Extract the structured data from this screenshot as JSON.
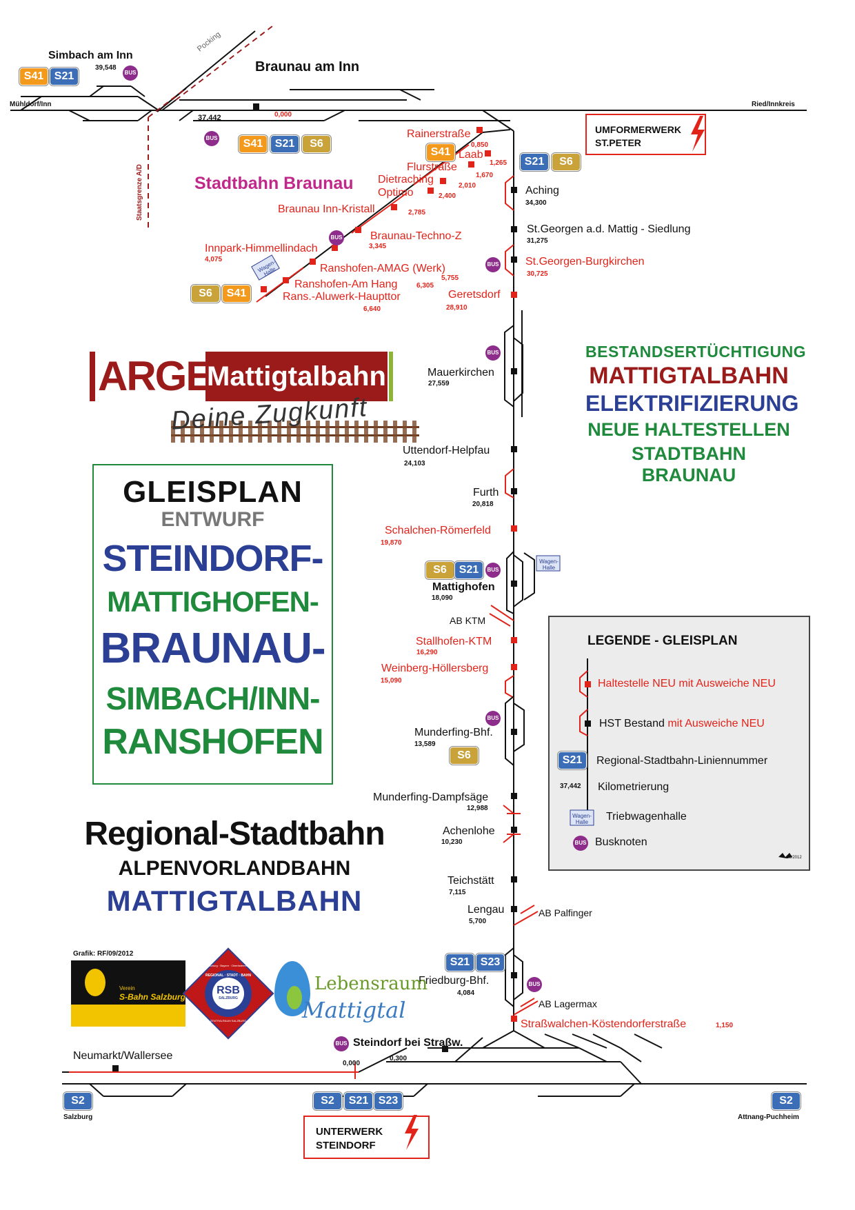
{
  "colors": {
    "red": "#e2231a",
    "black": "#111111",
    "dark_red": "#9b1b1b",
    "green": "#1f8a3c",
    "blue": "#2b3f94",
    "magenta": "#c0288a",
    "grey": "#777777",
    "s41": "#f39a1d",
    "s21": "#3b6eb7",
    "s6": "#c9a23a",
    "s2": "#3b6eb7",
    "s23": "#3b6eb7",
    "bus": "#8e2c8c"
  },
  "top": {
    "simbach_title": "Simbach am Inn",
    "simbach_km": "39,548",
    "braunau_title": "Braunau am Inn",
    "pocking": "Pocking",
    "muehldorf": "Mühldorf/Inn",
    "ried": "Ried/Innkreis",
    "km_37442": "37,442",
    "km_0000": "0,000",
    "staatsgrenze": "Staatsgrenze A/D",
    "umformer_line1": "UMFORMERWERK",
    "umformer_line2": "ST.PETER",
    "stadtbahn": "Stadtbahn Braunau"
  },
  "badges": {
    "S41": "S41",
    "S21": "S21",
    "S6": "S6",
    "S2": "S2",
    "S23": "S23",
    "BUS": "BUS"
  },
  "branch_stations": [
    {
      "name": "Rainerstraße",
      "km": "0,850"
    },
    {
      "name": "Laab",
      "km": "1,265"
    },
    {
      "name": "Flurstraße",
      "km": "1,670"
    },
    {
      "name": "Dietraching",
      "km": "2,010"
    },
    {
      "name": "Optimo",
      "km": "2,400"
    },
    {
      "name": "Braunau Inn-Kristall",
      "km": "2,785"
    },
    {
      "name": "Braunau-Techno-Z",
      "km": "3,345"
    },
    {
      "name": "Innpark-Himmellindach",
      "km": "4,075"
    },
    {
      "name": "Ranshofen-AMAG (Werk)",
      "km": "5,755"
    },
    {
      "name": "Ranshofen-Am Hang",
      "km": "6,305"
    },
    {
      "name": "Rans.-Aluwerk-Haupttor",
      "km": "6,640"
    }
  ],
  "main_stations": [
    {
      "name": "Aching",
      "km": "34,300"
    },
    {
      "name": "St.Georgen a.d. Mattig - Siedlung",
      "km": "31,275"
    },
    {
      "name": "St.Georgen-Burgkirchen",
      "km": "30,725"
    },
    {
      "name": "Geretsdorf",
      "km": "28,910"
    },
    {
      "name": "Mauerkirchen",
      "km": "27,559"
    },
    {
      "name": "Uttendorf-Helpfau",
      "km": "24,103"
    },
    {
      "name": "Furth",
      "km": "20,818"
    },
    {
      "name": "Schalchen-Römerfeld",
      "km": "19,870"
    },
    {
      "name": "Mattighofen",
      "km": "18,090"
    },
    {
      "name": "AB KTM",
      "km": ""
    },
    {
      "name": "Stallhofen-KTM",
      "km": "16,290"
    },
    {
      "name": "Weinberg-Höllersberg",
      "km": "15,090"
    },
    {
      "name": "Munderfing-Bhf.",
      "km": "13,589"
    },
    {
      "name": "Munderfing-Dampfsäge",
      "km": "12,988"
    },
    {
      "name": "Achenlohe",
      "km": "10,230"
    },
    {
      "name": "Teichstätt",
      "km": "7,115"
    },
    {
      "name": "Lengau",
      "km": "5,700"
    },
    {
      "name": "AB Palfinger",
      "km": ""
    },
    {
      "name": "Friedburg-Bhf.",
      "km": "4,084"
    },
    {
      "name": "AB Lagermax",
      "km": ""
    },
    {
      "name": "Straßwalchen-Köstendorferstraße",
      "km": "1,150"
    }
  ],
  "wagenhalle": "Wagen-Halle",
  "bottom": {
    "steindorf": "Steindorf bei Straßw.",
    "km_0000": "0,000",
    "km_0300": "0,300",
    "neumarkt": "Neumarkt/Wallersee",
    "salzburg": "Salzburg",
    "attnang": "Attnang-Puchheim",
    "unterwerk_line1": "UNTERWERK",
    "unterwerk_line2": "STEINDORF"
  },
  "headline": {
    "line1": "BESTANDSERTÜCHTIGUNG",
    "line2": "MATTIGTALBAHN",
    "line3": "ELEKTRIFIZIERUNG",
    "line4": "NEUE HALTESTELLEN",
    "line5": "STADTBAHN BRAUNAU"
  },
  "logo": {
    "arge": "ARGE",
    "mattigtalbahn": "Mattigtalbahn",
    "tagline": "Deine Zugkunft"
  },
  "gleisplan": {
    "title": "GLEISPLAN",
    "entwurf": "ENTWURF",
    "l1": "STEINDORF-",
    "l2": "MATTIGHOFEN-",
    "l3": "BRAUNAU-",
    "l4": "SIMBACH/INN-",
    "l5": "RANSHOFEN"
  },
  "regional": {
    "l1": "Regional-Stadtbahn",
    "l2": "ALPENVORLANDBAHN",
    "l3": "MATTIGTALBAHN",
    "credit": "Grafik: RF/09/2012"
  },
  "legend": {
    "title": "LEGENDE - GLEISPLAN",
    "item1": "Haltestelle NEU mit Ausweiche NEU",
    "item2a": "HST Bestand ",
    "item2b": "mit Ausweiche NEU",
    "item3": "Regional-Stadtbahn-Liniennummer",
    "km_sample": "37,442",
    "item4": "Kilometrierung",
    "item5": "Triebwagenhalle",
    "item6": "Busknoten",
    "date": "08/2012"
  },
  "partner_logos": {
    "sbahn_small": "Verein",
    "sbahn_big": "S-Bahn Salzburg",
    "rsb": "RSB",
    "rsb_ring": "REGIONAL · STADT · BAHN",
    "rsb_top": "Salzburg · Bayern · Oberösterreich",
    "rsb_bottom": "ZENTRALRAUM SALZBURG",
    "rsb_small": "SALZBURG",
    "lebensraum": "Lebensraum",
    "mattigtal": "Mattigtal"
  }
}
